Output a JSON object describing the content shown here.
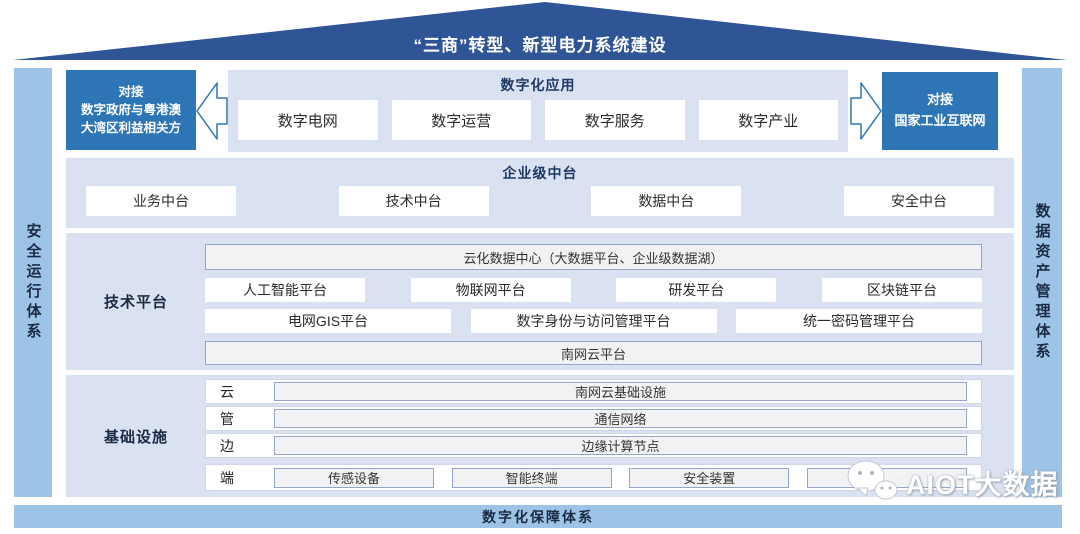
{
  "roof": {
    "title": "“三商”转型、新型电力系统建设"
  },
  "side_bars": {
    "left": "安全运行体系",
    "right": "数据资产管理体系"
  },
  "bottom_bar": {
    "title": "数字化保障体系"
  },
  "connect_left": {
    "line1": "对接",
    "line2": "数字政府与粤港澳",
    "line3": "大湾区利益相关方"
  },
  "connect_right": {
    "line1": "对接",
    "line2": "国家工业互联网"
  },
  "digital_apps": {
    "title": "数字化应用",
    "items": [
      "数字电网",
      "数字运营",
      "数字服务",
      "数字产业"
    ]
  },
  "enterprise_platform": {
    "title": "企业级中台",
    "items": [
      "业务中台",
      "技术中台",
      "数据中台",
      "安全中台"
    ]
  },
  "tech_platform": {
    "label": "技术平台",
    "cloud_data_center": "云化数据中心（大数据平台、企业级数据湖）",
    "row2": [
      "人工智能平台",
      "物联网平台",
      "研发平台",
      "区块链平台"
    ],
    "row3": [
      "电网GIS平台",
      "数字身份与访问管理平台",
      "统一密码管理平台"
    ],
    "cloud_platform": "南网云平台"
  },
  "infrastructure": {
    "label": "基础设施",
    "rows": [
      {
        "tag": "云",
        "boxes": [
          "南网云基础设施"
        ]
      },
      {
        "tag": "管",
        "boxes": [
          "通信网络"
        ]
      },
      {
        "tag": "边",
        "boxes": [
          "边缘计算节点"
        ]
      },
      {
        "tag": "端",
        "boxes": [
          "传感设备",
          "智能终端",
          "安全装置",
          ""
        ]
      }
    ]
  },
  "watermark": {
    "text": "AIOT大数据"
  },
  "colors": {
    "roof": "#2F5597",
    "connector_blue": "#2E75B6",
    "band_blue": "#9DC3E6",
    "panel_lavender": "#DAE2F2",
    "gray_box": "#F2F2F4",
    "gray_border": "#93A5C9",
    "title_text": "#1F3864"
  }
}
